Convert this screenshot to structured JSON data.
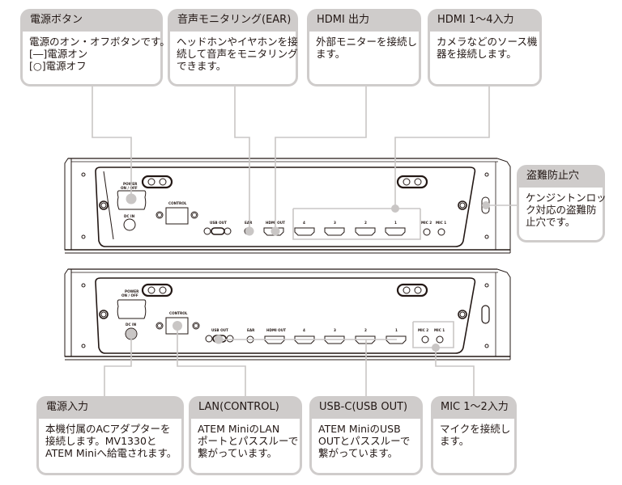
{
  "callouts_top": [
    {
      "title": "電源ボタン",
      "lines": [
        "電源のオン・オフボタンです。",
        "[―]電源オン",
        "[○]電源オフ"
      ]
    },
    {
      "title": "音声モニタリング(EAR)",
      "lines": [
        "ヘッドホンやイヤホンを接",
        "続して音声をモニタリング",
        "できます。"
      ]
    },
    {
      "title": "HDMI 出力",
      "lines": [
        "外部モニターを接続し",
        "ます。"
      ]
    },
    {
      "title": "HDMI 1～4入力",
      "lines": [
        "カメラなどのソース機",
        "器を接続します。"
      ]
    }
  ],
  "callout_right": {
    "title": "盗難防止穴",
    "lines": [
      "ケンジントンロッ",
      "ク対応の盗難防",
      "止穴です。"
    ]
  },
  "callouts_bottom": [
    {
      "title": "電源入力",
      "lines": [
        "本機付属のACアダプターを",
        "接続します。MV1330と",
        "ATEM Miniへ給電されます。"
      ]
    },
    {
      "title": "LAN(CONTROL)",
      "lines": [
        "ATEM MiniのLAN",
        "ポートとパススルーで",
        "繋がっています。"
      ]
    },
    {
      "title": "USB-C(USB OUT)",
      "lines": [
        "ATEM MiniのUSB",
        "OUTとパススルーで",
        "繋がっています。"
      ]
    },
    {
      "title": "MIC 1～2入力",
      "lines": [
        "マイクを接続し",
        "ます。"
      ]
    }
  ],
  "device_labels": {
    "power": "POWER",
    "on_off": "ON / OFF",
    "dc_in": "DC IN",
    "control": "CONTROL",
    "usb_out": "USB OUT",
    "ear": "EAR",
    "hdmi_out": "HDMI OUT",
    "hdmi_4": "4",
    "hdmi_3": "3",
    "hdmi_2": "2",
    "hdmi_1": "1",
    "mic_2": "MIC 2",
    "mic_1": "MIC 1"
  },
  "colors": {
    "callout_gray": "#cfcccb",
    "leader_line": "#c9c6c5",
    "highlight_dot": "#c9c6c5",
    "device_stroke": "#231815"
  }
}
